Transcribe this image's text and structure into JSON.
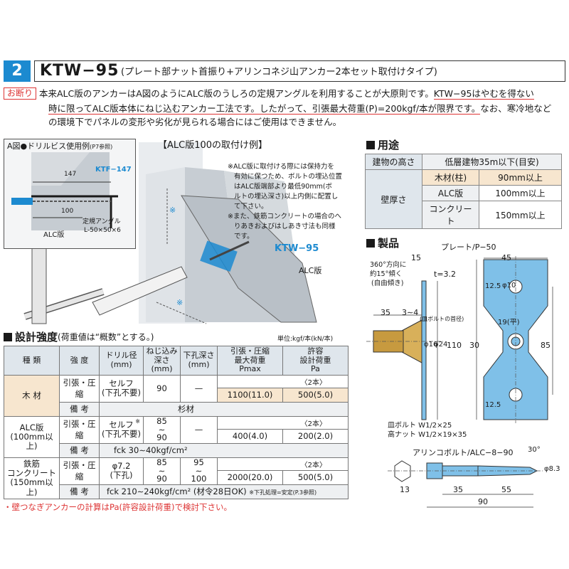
{
  "header": {
    "number": "2",
    "title": "KTW−95",
    "subtitle": "(プレート部ナット首振り+アリンコネジ山アンカー2本セット取付けタイプ)"
  },
  "notice": {
    "tag": "お断り",
    "line1_a": "本来ALC版のアンカーはA図のようにALC版のうしろの定規アングルを利用することが大原則です。",
    "line1_b": "KTW−95はやむを得ない",
    "line2_a": "時に限ってALC版本体にねじ込むアンカー工法です。したがって、引張最大荷重(P)=200kgf/本が限界です。",
    "line2_b": "なお、寒冷地など",
    "line3": "の環境下でパネルの変形や劣化が見られる場合にはご使用はできません。"
  },
  "figA": {
    "title": "A図●ドリルビス使用例",
    "title_ref": "(P7参照)",
    "dim_147": "147",
    "dim_100": "100",
    "label_ktf": "KTF−147",
    "label_alc": "ALC版",
    "label_angle1": "定規アングル",
    "label_angle2": "L-50×50×6"
  },
  "install": {
    "title": "【ALC版100の取付け例】",
    "note1": "※ALC版に取付ける際には保持力を",
    "note2": "有効に保つため、ボルトの埋込位置",
    "note3": "はALC版端部より最低90mm(ボ",
    "note4": "ルトの埋込深さ)以上内側に配置し",
    "note5": "て下さい。",
    "note6": "※また、鉄筋コンクリートの場合のへ",
    "note7": "りあきおよびはしあき寸法も同様",
    "note8": "です。",
    "label_ktw": "KTW−95",
    "label_alc": "ALC版",
    "mark": "※"
  },
  "usage": {
    "title": "用途",
    "h_building": "建物の高さ",
    "h_building_val": "低層建物35m以下(目安)",
    "wall": "壁厚さ",
    "rows": [
      {
        "material": "木材(柱)",
        "value": "90mm以上"
      },
      {
        "material": "ALC版",
        "value": "100mm以上"
      },
      {
        "material": "コンクリート",
        "value": "150mm以上"
      }
    ]
  },
  "product": {
    "title": "製品",
    "plate_label": "プレート/P−50",
    "dim_15": "15",
    "dim_45": "45",
    "dim_t": "t=3.2",
    "swing1": "360°方向に",
    "swing2": "約15°傾く",
    "swing3": "(自由傾き)",
    "dim_125a": "12.5",
    "dim_125b": "12.5",
    "dim_phi10": "φ10",
    "dim_19": "19(平)",
    "dim_35": "35",
    "dim_34": "3∼4",
    "dim_phi16": "φ16",
    "dim_phi24": "φ24",
    "dim_110": "110",
    "dim_30": "30",
    "dim_85": "85",
    "bolt_note": "(皿ボルトの首径)",
    "bolt1": "皿ボルト W1/2×25",
    "bolt2": "高ナット W1/2×19×35",
    "anchor_title": "アリンコボルト/ALC−8−90",
    "dim_30deg": "30°",
    "dim_phi83": "φ8.3",
    "dim_13": "13",
    "dim_a35": "35",
    "dim_a55": "55",
    "dim_a90": "90"
  },
  "strength": {
    "title": "設計強度",
    "title_note": "(荷重値は“概数”とする。)",
    "unit": "単位:kgf/本(kN/本)",
    "headers": [
      "種 類",
      "強 度",
      "ドリル径\n(mm)",
      "ねじ込み\n深さ\n(mm)",
      "下孔深さ\n(mm)",
      "引張・圧縮\n最大荷重\nPmax",
      "許容\n設計荷重\nPa"
    ],
    "wood": {
      "type": "木 材",
      "strength": "引張・圧縮",
      "drill": "セルフ\n(下孔不要)",
      "depth": "90",
      "pilot": "—",
      "count": "〈2本〉",
      "pmax": "1100(11.0)",
      "pa": "500(5.0)",
      "remark_label": "備 考",
      "remark": "杉材"
    },
    "alc": {
      "type": "ALC版\n(100mm以上)",
      "strength": "引張・圧縮",
      "drill": "セルフ\n(下孔不要)",
      "drill_mark": "※",
      "depth": "85\n∼\n90",
      "pilot": "—",
      "count": "〈2本〉",
      "pmax": "400(4.0)",
      "pa": "200(2.0)",
      "remark_label": "備 考",
      "remark": "fck 30∼40kgf/cm²"
    },
    "rc": {
      "type": "鉄筋\nコンクリート\n(150mm以上)",
      "strength": "引張・圧縮",
      "drill": "φ7.2\n(下孔)",
      "depth": "85\n∼\n90",
      "pilot": "95\n∼\n100",
      "count": "〈2本〉",
      "pmax": "2000(20.0)",
      "pa": "500(5.0)",
      "remark_label": "備 考",
      "remark": "fck 210∼240kgf/cm² (材令28日OK)",
      "remark_note": "※下孔処理=安定(P.3参照)"
    },
    "footnote": "・壁つなぎアンカーの計算はPa(許容設計荷重)で検討下さい。"
  },
  "colors": {
    "accent": "#1c8ad0",
    "notice": "#d33333",
    "wood": "#f7e6cf",
    "header": "#dfe6ec"
  }
}
